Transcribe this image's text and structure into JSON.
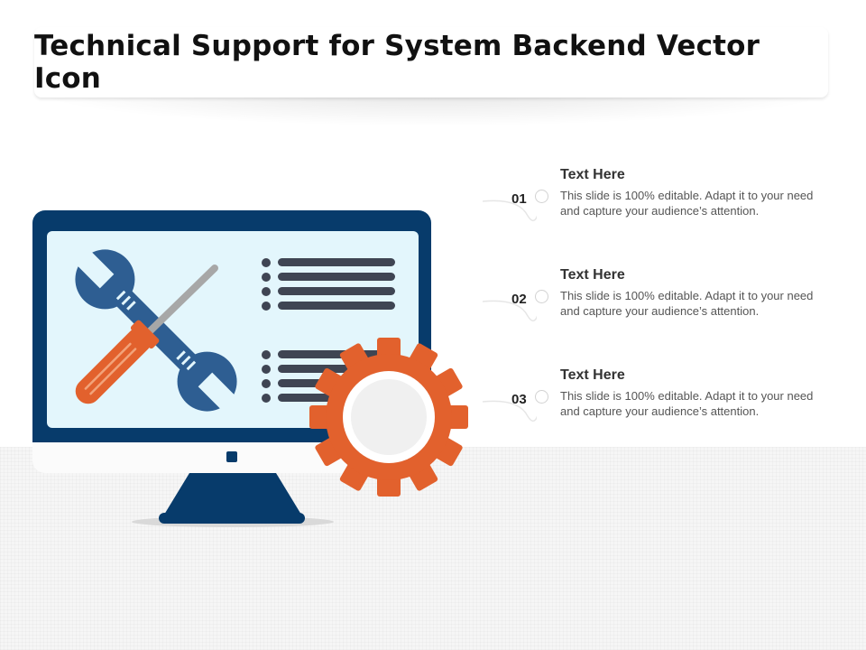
{
  "title": "Technical Support for System Backend Vector Icon",
  "colors": {
    "navy": "#073b6b",
    "screen": "#e3f6fc",
    "orange": "#e2612d",
    "wrench_blue": "#2e5e92",
    "list_gray": "#3f4553",
    "gear_inner": "#f0f0f0"
  },
  "items": [
    {
      "number": "01",
      "heading": "Text Here",
      "body": "This slide is 100% editable. Adapt it to your need and capture your audience’s attention."
    },
    {
      "number": "02",
      "heading": "Text Here",
      "body": "This slide is 100% editable. Adapt it to your need and capture your audience’s attention."
    },
    {
      "number": "03",
      "heading": "Text Here",
      "body": "This slide is 100% editable. Adapt it to your need and capture your audience’s attention."
    }
  ]
}
